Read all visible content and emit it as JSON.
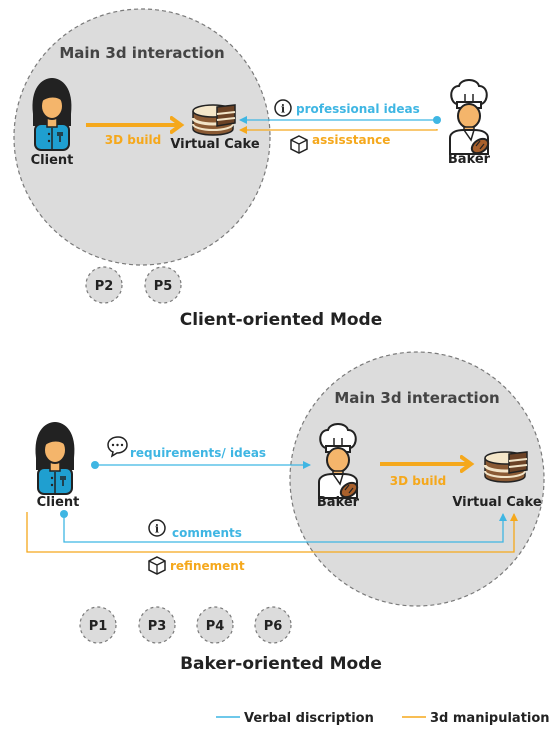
{
  "colors": {
    "verbal": "#3fb6e3",
    "manipulation": "#f5a81c",
    "zone_fill": "#dcdcdc",
    "zone_stroke": "#7a7a7a",
    "skin": "#f4b56b",
    "hair": "#222222",
    "client_shirt": "#1f9fd0",
    "text": "#222222",
    "text_grey": "#444444"
  },
  "top_mode": {
    "zone_title": "Main 3d interaction",
    "client_label": "Client",
    "baker_label": "Baker",
    "cake_label": "Virtual Cake",
    "build_label": "3D build",
    "professional_label": "professional ideas",
    "assistance_label": "assisstance",
    "participants": [
      "P2",
      "P5"
    ],
    "mode_title": "Client-oriented Mode"
  },
  "bottom_mode": {
    "zone_title": "Main 3d interaction",
    "client_label": "Client",
    "baker_label": "Baker",
    "cake_label": "Virtual Cake",
    "build_label": "3D build",
    "requirements_label": "requirements/ ideas",
    "comments_label": "comments",
    "refinement_label": "refinement",
    "participants": [
      "P1",
      "P3",
      "P4",
      "P6"
    ],
    "mode_title": "Baker-oriented Mode"
  },
  "legend": {
    "verbal_label": "Verbal discription",
    "manipulation_label": "3d manipulation"
  },
  "icons": {
    "info": "info-icon",
    "chat": "speech-bubble-icon",
    "cube": "cube-icon"
  }
}
